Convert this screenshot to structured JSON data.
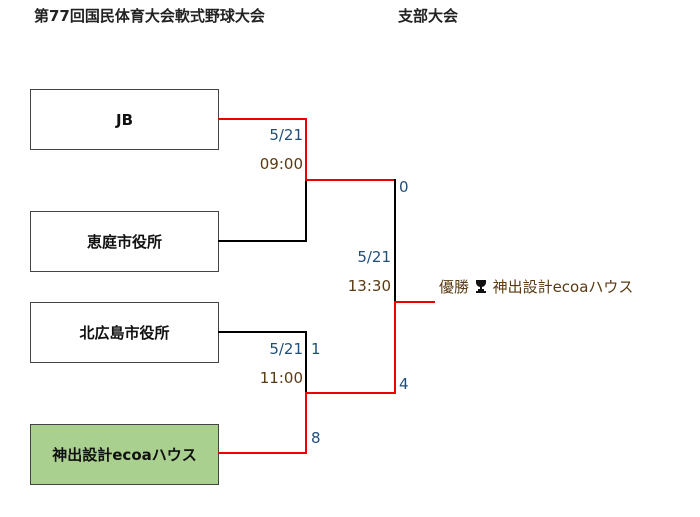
{
  "title": "第77回国民体育大会軟式野球大会",
  "subtitle": "支部大会",
  "teams": [
    "JB",
    "恵庭市役所",
    "北広島市役所",
    "神出設計ecoaハウス"
  ],
  "winner_highlight_color": "#a9d08e",
  "matches": [
    {
      "date": "5/21",
      "time": "09:00"
    },
    {
      "date": "5/21",
      "time": "11:00",
      "score_top": "1",
      "score_bottom": "8"
    },
    {
      "date": "5/21",
      "time": "13:30",
      "score_top": "0",
      "score_bottom": "4"
    }
  ],
  "champion": {
    "label": "優勝",
    "icon": "trophy-icon",
    "name": "神出設計ecoaハウス"
  }
}
